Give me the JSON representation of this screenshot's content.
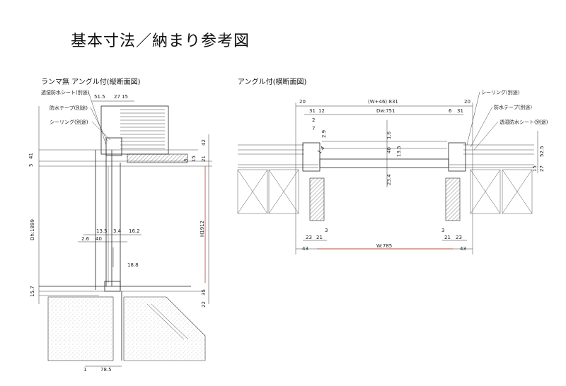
{
  "title": "基本寸法／納まり参考図",
  "left_view": {
    "caption": "ランマ無 アングル付(縦断面図)",
    "callouts": [
      "透湿防水シート(別途)",
      "防水テープ(別途)",
      "シーリング(別途)"
    ],
    "dims": {
      "d51_5": "51.5",
      "d27": "27",
      "d15": "15",
      "d42": "42",
      "d3": "3",
      "d15b": "15",
      "d21": "21",
      "d41": "41",
      "d5": "5",
      "dh": "Dh:1899",
      "h": "H1912",
      "d13_5": "13.5",
      "d3_4": "3.4",
      "d16_2": "16.2",
      "d2_6": "2.6",
      "d40": "40",
      "d18_8": "18.8",
      "d15_7": "15.7",
      "d35": "35",
      "d22": "22",
      "d1": "1",
      "d78_5": "78.5"
    }
  },
  "right_view": {
    "caption": "アングル付(横断面図)",
    "callouts": [
      "シーリング(別途)",
      "防水テープ(別途)",
      "透湿防水シート(別途)"
    ],
    "dims": {
      "w46": "(W+46):831",
      "dw": "Dw:751",
      "w": "W:785",
      "d20l": "20",
      "d20r": "20",
      "d31l": "31",
      "d12": "12",
      "d6": "6",
      "d31r": "31",
      "d2": "2",
      "d7": "7",
      "d2_9": "2.9",
      "d1_6": "1.6",
      "d40": "40",
      "d13_5": "13.5",
      "d1_4": "1.4",
      "d23_4": "23.4",
      "d52_5": "52.5",
      "d15": "15",
      "d27": "27",
      "d3l": "3",
      "d3r": "3",
      "d23": "23",
      "d21": "21",
      "d21r": "21",
      "d23r": "23",
      "d43l": "43",
      "d43r": "43"
    }
  }
}
